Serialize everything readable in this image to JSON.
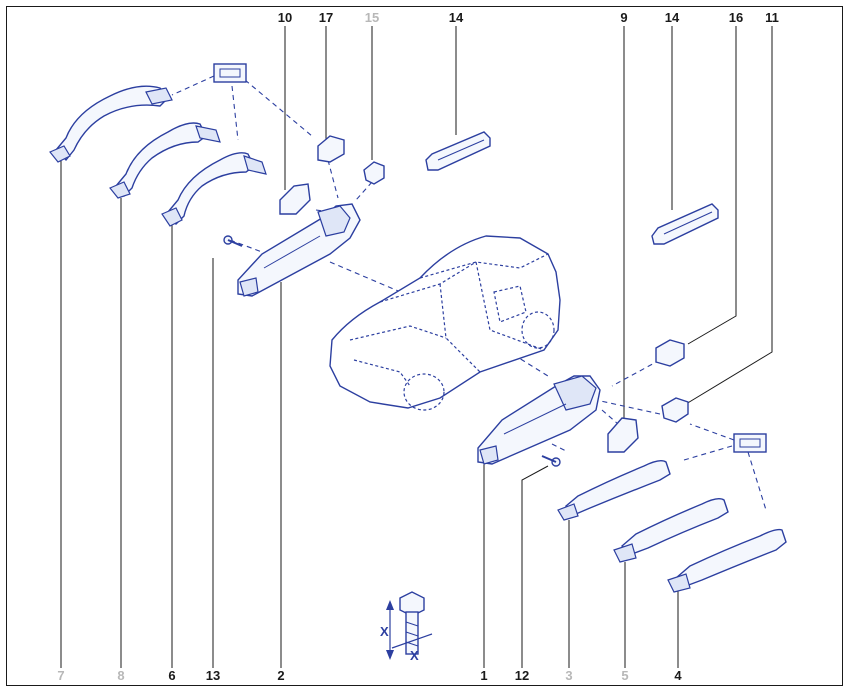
{
  "colors": {
    "line": "#2c3fa0",
    "fill": "#f4f7fd",
    "label_dark": "#1a1a1a",
    "label_grey": "#b8b8b8"
  },
  "labels": {
    "top": [
      {
        "id": "10",
        "text": "10",
        "tone": "dark"
      },
      {
        "id": "17",
        "text": "17",
        "tone": "dark"
      },
      {
        "id": "15",
        "text": "15",
        "tone": "grey"
      },
      {
        "id": "14a",
        "text": "14",
        "tone": "dark"
      },
      {
        "id": "9",
        "text": "9",
        "tone": "dark"
      },
      {
        "id": "14b",
        "text": "14",
        "tone": "dark"
      },
      {
        "id": "16",
        "text": "16",
        "tone": "dark"
      },
      {
        "id": "11",
        "text": "11",
        "tone": "dark"
      }
    ],
    "bottom": [
      {
        "id": "7",
        "text": "7",
        "tone": "grey"
      },
      {
        "id": "8",
        "text": "8",
        "tone": "grey"
      },
      {
        "id": "6",
        "text": "6",
        "tone": "dark"
      },
      {
        "id": "13",
        "text": "13",
        "tone": "dark"
      },
      {
        "id": "2",
        "text": "2",
        "tone": "dark"
      },
      {
        "id": "1",
        "text": "1",
        "tone": "dark"
      },
      {
        "id": "12",
        "text": "12",
        "tone": "dark"
      },
      {
        "id": "3",
        "text": "3",
        "tone": "grey"
      },
      {
        "id": "5",
        "text": "5",
        "tone": "grey"
      },
      {
        "id": "4",
        "text": "4",
        "tone": "dark"
      }
    ]
  },
  "bolt_dimension": {
    "label_a": "X",
    "label_b": "X"
  },
  "icons": [
    "door-handle-icon",
    "handle-bracket-icon",
    "lock-cylinder-icon",
    "antenna-icon",
    "rectangle-seal-icon",
    "bolt-icon",
    "car-outline-icon"
  ]
}
